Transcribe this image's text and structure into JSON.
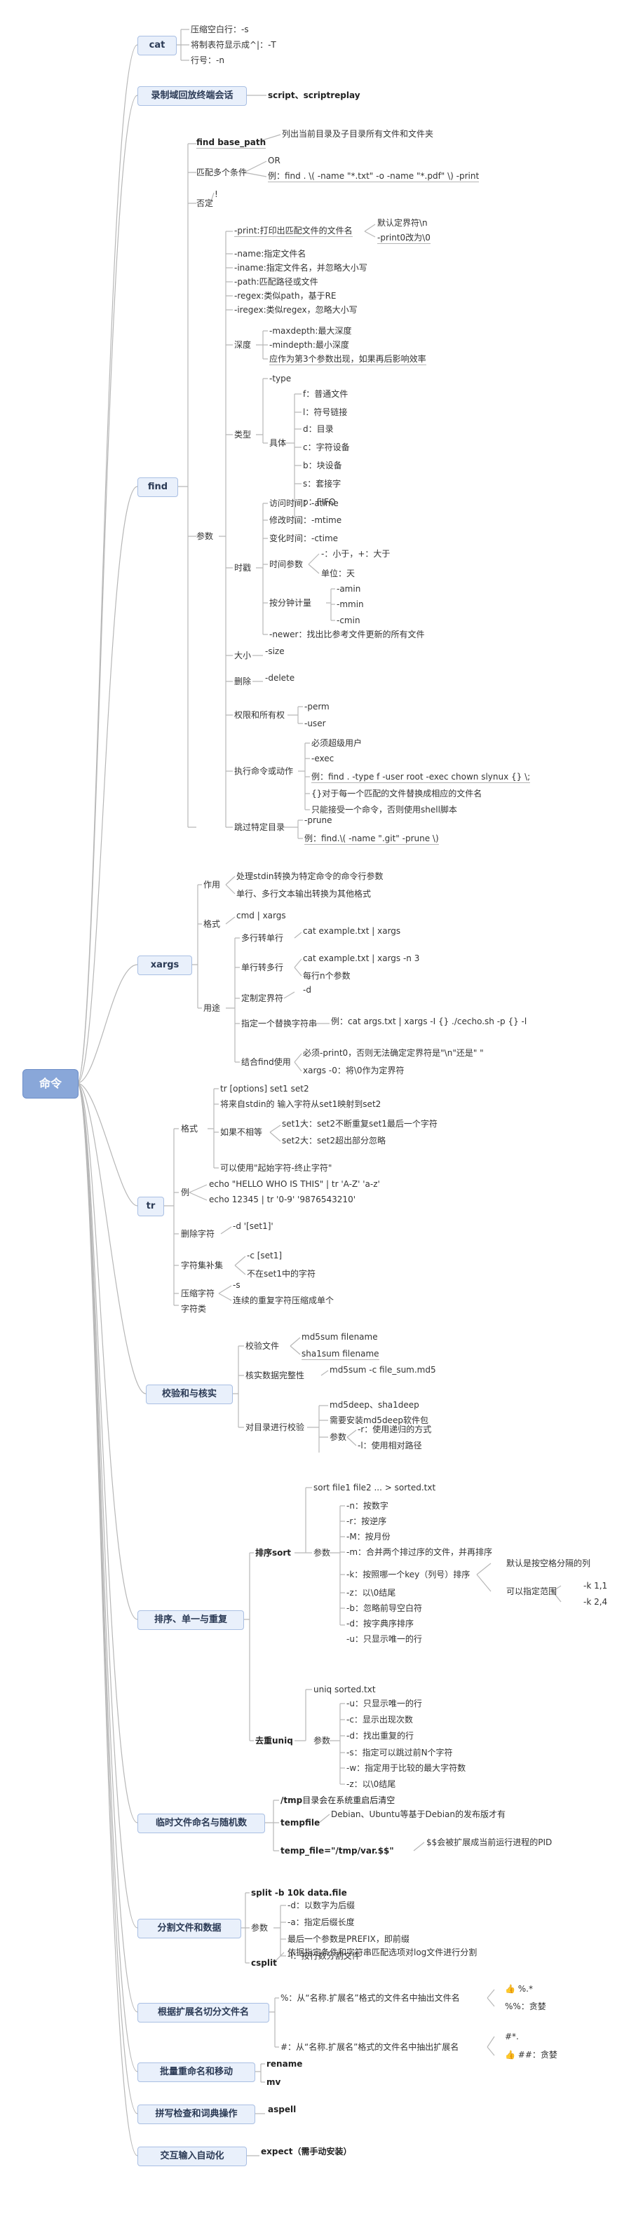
{
  "root": {
    "label": "命令"
  },
  "cat": {
    "label": "cat",
    "items": [
      "压缩空白行：-s",
      "将制表符显示成^|：-T",
      "行号：-n"
    ]
  },
  "record": {
    "label": "录制域回放终端会话",
    "items": [
      "script、scriptreplay"
    ]
  },
  "find": {
    "label": "find",
    "base": "find base_path",
    "base_desc": "列出当前目录及子目录所有文件和文件夹",
    "multi": "匹配多个条件",
    "or": "OR",
    "or_example": "例：find . \\( -name \"*.txt\" -o -name \"*.pdf\" \\) -print",
    "negate": "否定",
    "bang": "!",
    "params": "参数",
    "print": "-print:打印出匹配文件的文件名",
    "print_default": "默认定界符\\n",
    "print0": "-print0改为\\0",
    "name": "-name:指定文件名",
    "iname": "-iname:指定文件名，并忽略大小写",
    "path": "-path:匹配路径或文件",
    "regex": "-regex:类似path，基于RE",
    "iregex": "-iregex:类似regex，忽略大小写",
    "depth": "深度",
    "maxdepth": "-maxdepth:最大深度",
    "mindepth": "-mindepth:最小深度",
    "depth_note": "应作为第3个参数出现，如果再后影响效率",
    "type": "类型",
    "type_flag": "-type",
    "concrete": "具体",
    "types": [
      "f：普通文件",
      "l：符号链接",
      "d：目录",
      "c：字符设备",
      "b：块设备",
      "s：套接字",
      "p：FIFO"
    ],
    "time": "时戳",
    "atime": "访问时间：-atime",
    "mtime": "修改时间：-mtime",
    "ctime": "变化时间：-ctime",
    "time_param": "时间参数",
    "time_sign": "-：小于，+：大于",
    "time_unit": "单位：天",
    "by_minute": "按分钟计量",
    "amin": "-amin",
    "mmin": "-mmin",
    "cmin": "-cmin",
    "newer": "-newer：找出比参考文件更新的所有文件",
    "size_group": "大小",
    "size": "-size",
    "delete_group": "删除",
    "delete": "-delete",
    "perm_group": "权限和所有权",
    "perm": "-perm",
    "user": "-user",
    "exec_group": "执行命令或动作",
    "exec_root": "必须超级用户",
    "exec": "-exec",
    "exec_example": "例：find .  -type f -user root -exec chown slynux  {}  \\;",
    "exec_braces": "{}对于每一个匹配的文件替换成相应的文件名",
    "exec_single": "只能接受一个命令，否则使用shell脚本",
    "skip_group": "跳过特定目录",
    "prune": "-prune",
    "prune_example": "例：find.\\( -name \".git\" -prune \\)"
  },
  "xargs": {
    "label": "xargs",
    "role": "作用",
    "role1": "处理stdin转换为特定命令的命令行参数",
    "role2": "单行、多行文本输出转换为其他格式",
    "format": "格式",
    "format_val": "cmd | xargs",
    "usage": "用途",
    "multi_to_single": "多行转单行",
    "mts_ex": "cat example.txt | xargs",
    "single_to_multi": "单行转多行",
    "stm_ex": "cat example.txt | xargs -n 3",
    "stm_note": "每行n个参数",
    "delim": "定制定界符",
    "delim_flag": "-d",
    "script_param": "指定一个替换字符串",
    "script_ex": "例：cat args.txt | xargs -I {} ./cecho.sh -p {} -l",
    "with_find": "结合find使用",
    "wf1": "必须-print0，否则无法确定定界符是\"\\n\"还是\" \"",
    "wf2": "xargs -0：将\\0作为定界符"
  },
  "tr": {
    "label": "tr",
    "format": "格式",
    "syntax": "tr [options] set1 set2",
    "stdin": "将来自stdin的 输入字符从set1映射到set2",
    "unequal": "如果不相等",
    "u1": "set1大：set2不断重复set1最后一个字符",
    "u2": "set2大：set2超出部分忽略",
    "range": "可以使用\"起始字符-终止字符\"",
    "example": "例",
    "ex1": "echo \"HELLO WHO IS THIS\" | tr 'A-Z' 'a-z'",
    "ex2": "echo 12345 |  tr '0-9' '9876543210'",
    "delete": "删除字符",
    "delete_flag": "-d '[set1]'",
    "complement": "字符集补集",
    "c1": "-c [set1]",
    "c2": "不在set1中的字符",
    "squeeze": "压缩字符",
    "s1": "-s",
    "s2": "连续的重复字符压缩成单个",
    "classes": "字符类"
  },
  "checksum": {
    "label": "校验和与核实",
    "file": "校验文件",
    "f1": "md5sum filename",
    "f2": "sha1sum filename",
    "verify": "核实数据完整性",
    "v1": "md5sum -c  file_sum.md5",
    "dir": "对目录进行校验",
    "d1": "md5deep、sha1deep",
    "d2": "需要安装md5deep软件包",
    "params": "参数",
    "p1": "-r：使用递归的方式",
    "p2": "-l：使用相对路径"
  },
  "sort": {
    "label": "排序、单一与重复",
    "sort": "排序sort",
    "cmd": "sort file1 file2 ... > sorted.txt",
    "params": "参数",
    "n": "-n：按数字",
    "r": "-r：按逆序",
    "M": "-M：按月份",
    "m": "-m：合并两个排过序的文件，并再排序",
    "k": "-k：按照哪一个key（列号）排序",
    "k_default": "默认是按空格分隔的列",
    "k_range": "可以指定范围",
    "k1": "-k 1,1",
    "k2": "-k 2,4",
    "z": "-z：以\\0结尾",
    "b": "-b：忽略前导空白符",
    "d": "-d：按字典序排序",
    "u": "-u：只显示唯一的行",
    "uniq": "去重uniq",
    "uniq_cmd": "uniq sorted.txt",
    "uniq_params": "参数",
    "uu": "-u：只显示唯一的行",
    "uc": "-c：显示出现次数",
    "ud": "-d：找出重复的行",
    "us": "-s：指定可以跳过前N个字符",
    "uw": "-w：指定用于比较的最大字符数",
    "uz": "-z：以\\0结尾"
  },
  "temp": {
    "label": "临时文件命名与随机数",
    "tmp": "/tmp",
    "tmp_desc": "目录会在系统重启后清空",
    "tempfile": "tempfile",
    "tempfile_desc": "Debian、Ubuntu等基于Debian的发布版才有",
    "var": "temp_file=\"/tmp/var.$$\"",
    "var_desc": "$$会被扩展成当前运行进程的PID"
  },
  "split": {
    "label": "分割文件和数据",
    "split": "split  -b 10k data.file",
    "params": "参数",
    "d": "-d：以数字为后缀",
    "a": "-a：指定后缀长度",
    "last": "最后一个参数是PREFIX，即前缀",
    "l": "-l：按行数分割文件",
    "csplit": "csplit",
    "csplit_desc": "依据指定条件和字符串匹配选项对log文件进行分割"
  },
  "ext": {
    "label": "根据扩展名切分文件名",
    "pct": "%：从“名称.扩展名”格式的文件名中抽出文件名",
    "pct1": "%.*",
    "pct2": "%%：贪婪",
    "hash": "#：从“名称.扩展名”格式的文件名中抽出扩展名",
    "hash1": "#*.",
    "hash2": "##：贪婪"
  },
  "rename": {
    "label": "批量重命名和移动",
    "items": [
      "rename",
      "mv"
    ]
  },
  "spell": {
    "label": "拼写检查和词典操作",
    "items": [
      "aspell"
    ]
  },
  "expect": {
    "label": "交互输入自动化",
    "items": [
      "expect（需手动安装）"
    ]
  }
}
